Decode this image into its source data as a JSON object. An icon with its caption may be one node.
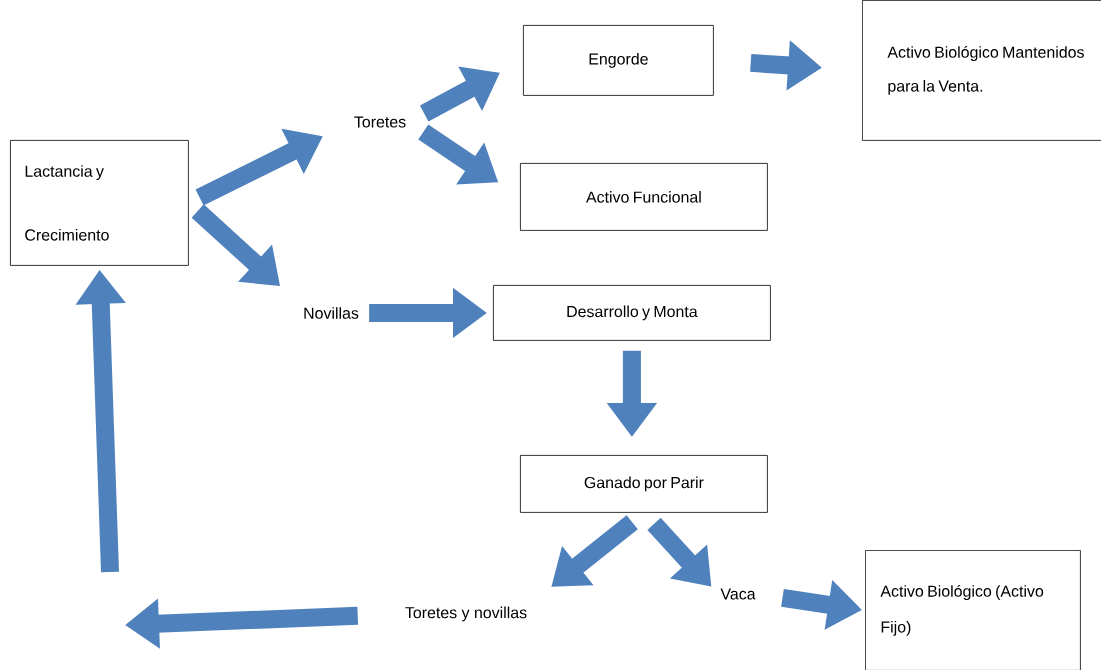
{
  "diagram": {
    "nodes": [
      {
        "text": [
          "Lactancia y Crecimiento"
        ]
      },
      {
        "text": [
          "Toretes"
        ]
      },
      {
        "text": [
          "Engorde"
        ]
      },
      {
        "text": [
          "Activo Biológico Mantenidos para la Venta."
        ]
      },
      {
        "text": [
          "Activo Funcional"
        ]
      },
      {
        "text": [
          "Novillas"
        ]
      },
      {
        "text": [
          "Desarrollo y Monta"
        ]
      },
      {
        "text": [
          "Ganado por Parir"
        ]
      },
      {
        "text": [
          "Vaca"
        ]
      },
      {
        "text": [
          "Activo Biológico (Activo Fijo)"
        ]
      },
      {
        "text": [
          "Toretes y novillas"
        ]
      }
    ],
    "edges": [
      {
        "from": 0,
        "to": 1,
        "arrow": "to"
      },
      {
        "from": 0,
        "to": 5,
        "arrow": "to"
      },
      {
        "from": 1,
        "to": 2,
        "arrow": "to"
      },
      {
        "from": 1,
        "to": 4,
        "arrow": "to"
      },
      {
        "from": 2,
        "to": 3,
        "arrow": "to"
      },
      {
        "from": 5,
        "to": 6,
        "arrow": "to"
      },
      {
        "from": 6,
        "to": 7,
        "arrow": "to"
      },
      {
        "from": 7,
        "to": 8,
        "arrow": "to"
      },
      {
        "from": 7,
        "to": 10,
        "arrow": "to"
      },
      {
        "from": 8,
        "to": 9,
        "arrow": "to"
      },
      {
        "from": 10,
        "to": null,
        "arrow": "to"
      },
      {
        "from": null,
        "to": 0,
        "arrow": "to"
      }
    ]
  }
}
